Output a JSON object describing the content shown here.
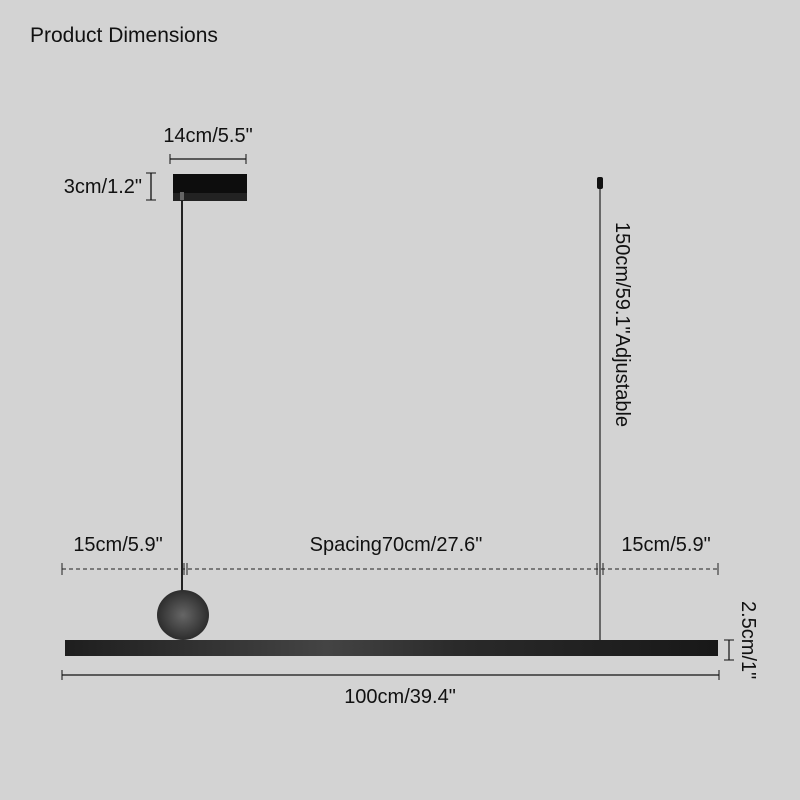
{
  "title": "Product Dimensions",
  "dimensions": {
    "canopy_width": "14cm/5.5\"",
    "canopy_height": "3cm/1.2\"",
    "cable_length": "150cm/59.1\"Adjustable",
    "left_offset": "15cm/5.9\"",
    "spacing": "Spacing70cm/27.6\"",
    "right_offset": "15cm/5.9\"",
    "bar_height": "2.5cm/1\"",
    "total_length": "100cm/39.4\""
  }
}
